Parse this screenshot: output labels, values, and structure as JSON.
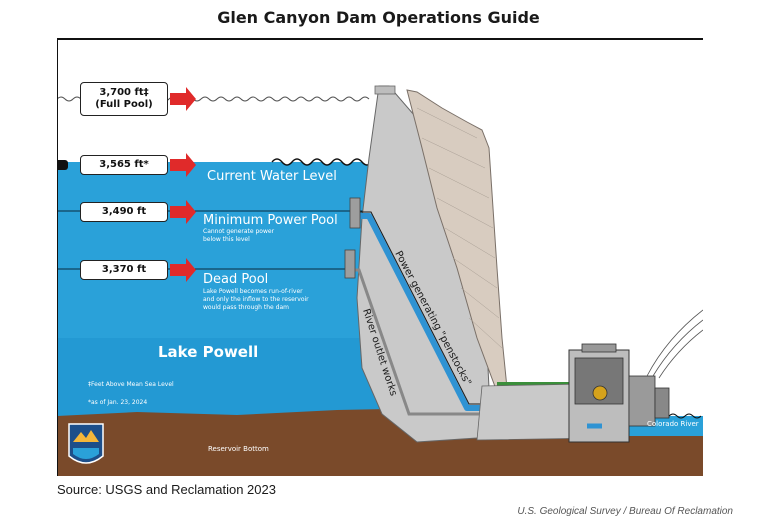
{
  "title": "Glen Canyon Dam Operations Guide",
  "source": "Source: USGS and Reclamation 2023",
  "credit": "U.S. Geological Survey  /  Bureau Of Reclamation",
  "levels": {
    "full_pool": {
      "elevation": "3,700 ft‡",
      "sub": "(Full Pool)"
    },
    "current": {
      "elevation": "3,565 ft*",
      "label": "Current Water Level"
    },
    "min_power": {
      "elevation": "3,490 ft",
      "label": "Minimum Power Pool",
      "desc_1": "Cannot generate power",
      "desc_2": "below this level"
    },
    "dead_pool": {
      "elevation": "3,370 ft",
      "label": "Dead Pool",
      "desc_1": "Lake Powell becomes run-of-river",
      "desc_2": "and only the inflow to the reservoir",
      "desc_3": "would pass through the dam"
    }
  },
  "labels": {
    "lake": "Lake Powell",
    "penstocks": "Power generating \"penstocks\"",
    "outlet": "River outlet works",
    "river": "Colorado River",
    "bottom": "Reservoir Bottom"
  },
  "notes": {
    "msl": "‡Feet Above Mean Sea Level",
    "asof": "*as of Jan. 23, 2024"
  },
  "colors": {
    "water": "#2aa1d9",
    "water_deep": "#1d8fc8",
    "ground": "#7a4a2a",
    "dam": "#c9c9c9",
    "dam_face": "#d8ccc0",
    "arrow": "#e02a2a",
    "pipe": "#2f93d3"
  }
}
